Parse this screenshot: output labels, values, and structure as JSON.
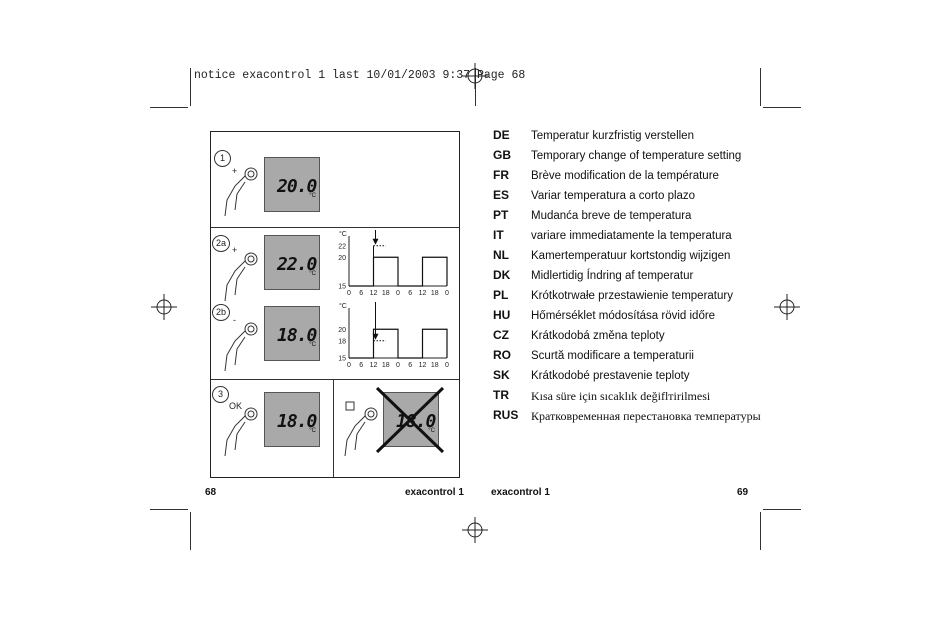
{
  "slug": {
    "text": "notice exacontrol 1 last  10/01/2003  9:37  Page 68"
  },
  "figure": {
    "steps": [
      {
        "label": "1",
        "display": "20.0",
        "unit": "°C",
        "button_sign": "+"
      },
      {
        "label": "2a",
        "display": "22.0",
        "unit": "°C",
        "button_sign": "+"
      },
      {
        "label": "2b",
        "display": "18.0",
        "unit": "°C",
        "button_sign": "-"
      },
      {
        "label": "3",
        "display": "18.0",
        "unit": "°C",
        "button_label": "OK",
        "crossed_display": "18.0"
      }
    ],
    "charts": [
      {
        "unit_label": "°C",
        "y_ticks": [
          "22",
          "20",
          "15"
        ],
        "x_ticks": [
          "0",
          "6",
          "12",
          "18",
          "0",
          "6",
          "12",
          "18",
          "0"
        ],
        "series": [
          {
            "values": [
              15,
              15,
              20,
              20,
              15,
              15,
              20,
              20,
              15
            ]
          }
        ],
        "override_level": 22
      },
      {
        "unit_label": "°C",
        "y_ticks": [
          "20",
          "18",
          "15"
        ],
        "x_ticks": [
          "0",
          "6",
          "12",
          "18",
          "0",
          "6",
          "12",
          "18",
          "0"
        ],
        "series": [
          {
            "values": [
              15,
              15,
              20,
              20,
              15,
              15,
              20,
              20,
              15
            ]
          }
        ],
        "override_level": 18
      }
    ]
  },
  "languages": [
    {
      "code": "DE",
      "text": "Temperatur kurzfristig verstellen"
    },
    {
      "code": "GB",
      "text": "Temporary change of temperature setting"
    },
    {
      "code": "FR",
      "text": "Brève modification de la température"
    },
    {
      "code": "ES",
      "text": "Variar temperatura a corto plazo"
    },
    {
      "code": "PT",
      "text": "Mudanća breve de temperatura"
    },
    {
      "code": "IT",
      "text": "variare immediatamente la temperatura"
    },
    {
      "code": "NL",
      "text": "Kamertemperatuur kortstondig wijzigen"
    },
    {
      "code": "DK",
      "text": "Midlertidig Índring af temperatur"
    },
    {
      "code": "PL",
      "text": "Krótkotrwałe przestawienie temperatury"
    },
    {
      "code": "HU",
      "text": "Hőmérséklet módosítása rövid időre"
    },
    {
      "code": "CZ",
      "text": "Krátkodobá změna teploty"
    },
    {
      "code": "RO",
      "text": "Scurtă modificare a temperaturii"
    },
    {
      "code": "SK",
      "text": "Krátkodobé prestavenie teploty"
    },
    {
      "code": "TR",
      "text": "Kısa süre için sıcaklık değiflтirilmesi"
    },
    {
      "code": "RUS",
      "text": "Кратковременная перестановка температуры"
    }
  ],
  "footer": {
    "left_page": "68",
    "left_title": "exacontrol 1",
    "right_title": "exacontrol 1",
    "right_page": "69"
  }
}
